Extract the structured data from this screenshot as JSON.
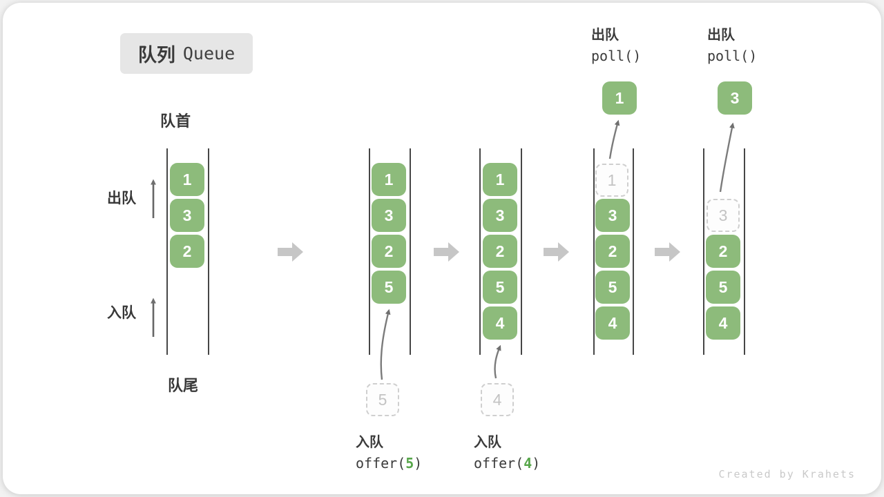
{
  "title": {
    "zh": "队列",
    "en": "Queue"
  },
  "labels": {
    "front": "队首",
    "rear": "队尾",
    "dequeue": "出队",
    "enqueue": "入队"
  },
  "columns": [
    {
      "cells": [
        "1",
        "3",
        "2"
      ]
    },
    {
      "cells": [
        "1",
        "3",
        "2",
        "5"
      ],
      "pending": "5",
      "note_action": "入队",
      "note_prefix": "offer(",
      "note_arg": "5",
      "note_suffix": ")"
    },
    {
      "cells": [
        "1",
        "3",
        "2",
        "5",
        "4"
      ],
      "pending": "4",
      "note_action": "入队",
      "note_prefix": "offer(",
      "note_arg": "4",
      "note_suffix": ")"
    },
    {
      "cells": [
        "3",
        "2",
        "5",
        "4"
      ],
      "removed": "1",
      "popped": "1",
      "note_action": "出队",
      "note_code": "poll()"
    },
    {
      "cells": [
        "2",
        "5",
        "4"
      ],
      "removed": "3",
      "popped": "3",
      "note_action": "出队",
      "note_code": "poll()"
    }
  ],
  "watermark": "Created by Krahets",
  "colors": {
    "cell_green": "#8dbb7b",
    "arg_green": "#57a64a",
    "block_arrow_gray": "#c6c6c6",
    "ghost_gray": "#c3c3c3",
    "line_dark": "#464646",
    "title_bg": "#e6e6e6",
    "watermark_gray": "#c9c9c9"
  }
}
